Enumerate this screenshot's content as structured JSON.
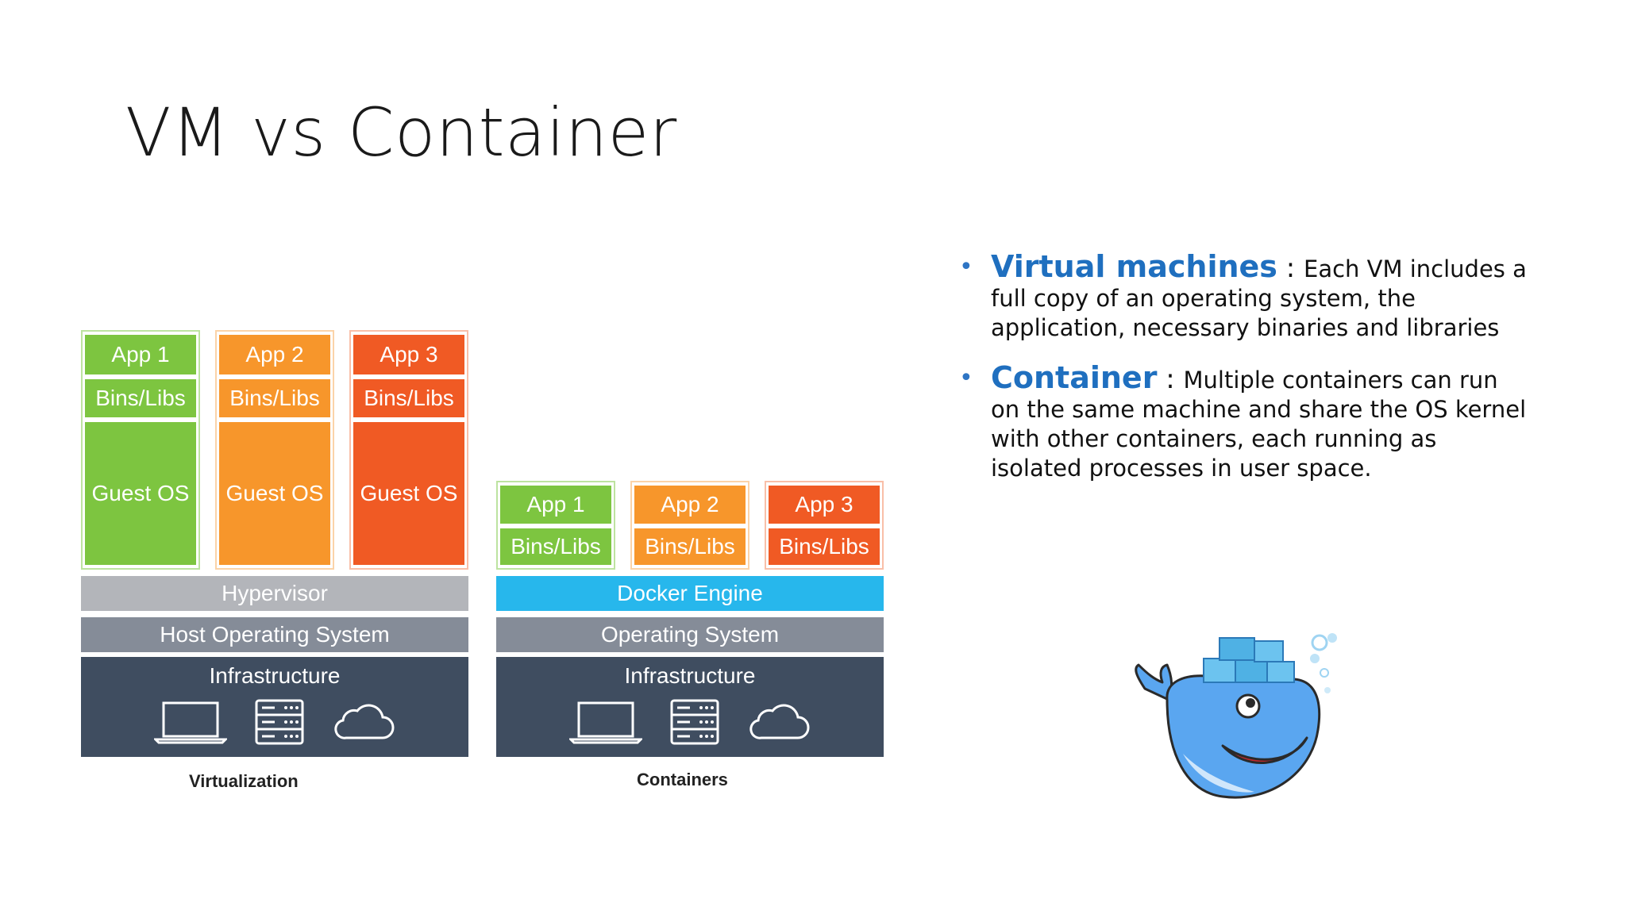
{
  "slide": {
    "title": "VM vs Container"
  },
  "virtualization": {
    "caption": "Virtualization",
    "apps": [
      {
        "app": "App 1",
        "bins": "Bins/Libs",
        "os": "Guest OS",
        "color": "#7dc540"
      },
      {
        "app": "App 2",
        "bins": "Bins/Libs",
        "os": "Guest OS",
        "color": "#f7962b"
      },
      {
        "app": "App 3",
        "bins": "Bins/Libs",
        "os": "Guest OS",
        "color": "#f05a24"
      }
    ],
    "hypervisor": "Hypervisor",
    "host_os": "Host Operating System",
    "infrastructure": "Infrastructure"
  },
  "containers": {
    "caption": "Containers",
    "apps": [
      {
        "app": "App 1",
        "bins": "Bins/Libs",
        "color": "#7dc540"
      },
      {
        "app": "App 2",
        "bins": "Bins/Libs",
        "color": "#f7962b"
      },
      {
        "app": "App 3",
        "bins": "Bins/Libs",
        "color": "#f05a24"
      }
    ],
    "engine": "Docker Engine",
    "os": "Operating System",
    "infrastructure": "Infrastructure"
  },
  "colors": {
    "hypervisor": "#b3b5ba",
    "os_layer": "#858c98",
    "infrastructure": "#3f4d60",
    "docker_engine": "#27b7ec",
    "term": "#1f6fbf"
  },
  "icons": [
    "laptop-icon",
    "server-icon",
    "cloud-icon"
  ],
  "bullets": [
    {
      "term": "Virtual machines",
      "sep": " : ",
      "text": "Each VM includes a full copy of an operating system, the application, necessary binaries and libraries"
    },
    {
      "term": "Container",
      "sep": " : ",
      "text": "Multiple containers can run on the same machine and share the OS kernel with other containers, each running as isolated processes in user space."
    }
  ]
}
